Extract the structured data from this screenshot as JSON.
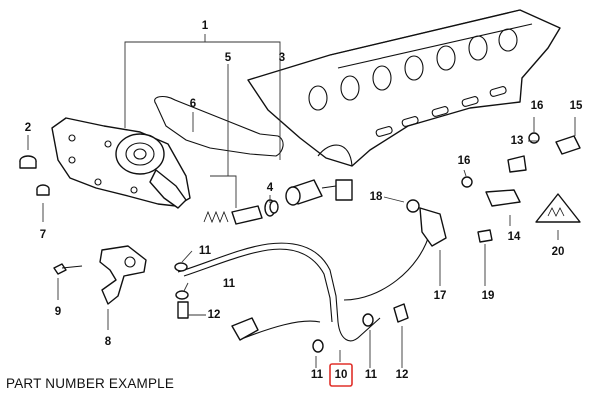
{
  "diagram": {
    "callouts": [
      {
        "id": "1",
        "label": "1"
      },
      {
        "id": "2",
        "label": "2"
      },
      {
        "id": "3",
        "label": "3"
      },
      {
        "id": "4",
        "label": "4"
      },
      {
        "id": "5",
        "label": "5"
      },
      {
        "id": "6",
        "label": "6"
      },
      {
        "id": "7",
        "label": "7"
      },
      {
        "id": "8",
        "label": "8"
      },
      {
        "id": "9",
        "label": "9"
      },
      {
        "id": "10",
        "label": "10",
        "highlighted": true
      },
      {
        "id": "11a",
        "label": "11"
      },
      {
        "id": "11b",
        "label": "11"
      },
      {
        "id": "11c",
        "label": "11"
      },
      {
        "id": "11d",
        "label": "11"
      },
      {
        "id": "12a",
        "label": "12"
      },
      {
        "id": "12b",
        "label": "12"
      },
      {
        "id": "13",
        "label": "13"
      },
      {
        "id": "14",
        "label": "14"
      },
      {
        "id": "15",
        "label": "15"
      },
      {
        "id": "16a",
        "label": "16"
      },
      {
        "id": "16b",
        "label": "16"
      },
      {
        "id": "17",
        "label": "17"
      },
      {
        "id": "18",
        "label": "18"
      },
      {
        "id": "19",
        "label": "19"
      },
      {
        "id": "20",
        "label": "20"
      }
    ],
    "highlight_color": "#e0302a"
  },
  "footer": {
    "caption": "PART NUMBER EXAMPLE"
  }
}
